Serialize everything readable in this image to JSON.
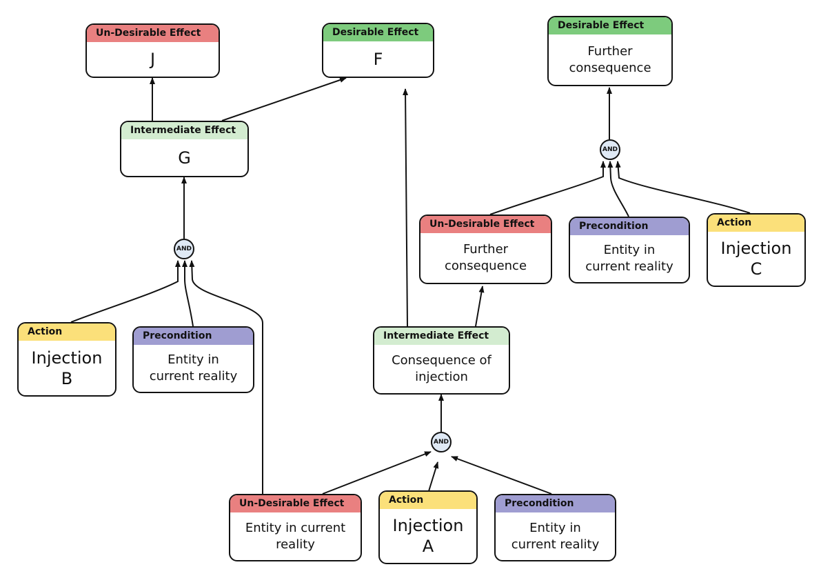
{
  "nodes": {
    "j": {
      "header": "Un-Desirable Effect",
      "body": "J"
    },
    "f": {
      "header": "Desirable Effect",
      "body": "F"
    },
    "further_top": {
      "header": "Desirable Effect",
      "body": "Further\nconsequence"
    },
    "g": {
      "header": "Intermediate Effect",
      "body": "G"
    },
    "further_mid": {
      "header": "Un-Desirable Effect",
      "body": "Further\nconsequence"
    },
    "precond_c": {
      "header": "Precondition",
      "body": "Entity in\ncurrent reality"
    },
    "injection_c": {
      "header": "Action",
      "body": "Injection\nC"
    },
    "injection_b": {
      "header": "Action",
      "body": "Injection\nB"
    },
    "precond_b": {
      "header": "Precondition",
      "body": "Entity in\ncurrent reality"
    },
    "consequence": {
      "header": "Intermediate Effect",
      "body": "Consequence of\ninjection"
    },
    "entity_undesirable": {
      "header": "Un-Desirable Effect",
      "body": "Entity in current\nreality"
    },
    "injection_a": {
      "header": "Action",
      "body": "Injection\nA"
    },
    "precond_a": {
      "header": "Precondition",
      "body": "Entity in\ncurrent reality"
    }
  },
  "and_gates": {
    "top": "AND",
    "left": "AND",
    "bottom": "AND"
  },
  "colors": {
    "undesirable": "#e98080",
    "desirable": "#7dcb7d",
    "intermediate": "#d3ecd0",
    "precondition": "#9f9dd1",
    "action": "#fbe07a",
    "and_fill": "#dfe9f5"
  }
}
